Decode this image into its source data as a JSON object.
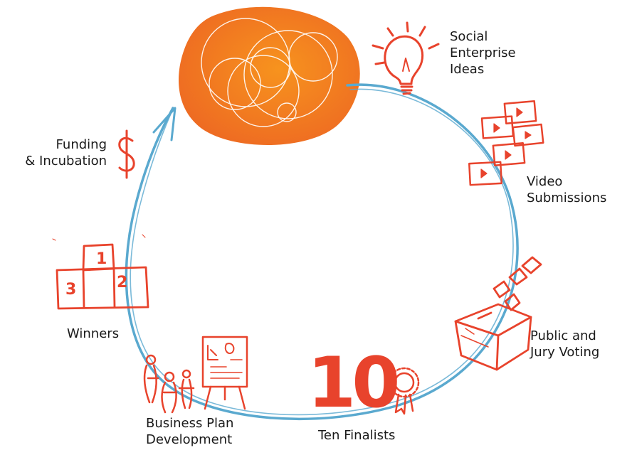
{
  "colors": {
    "cycle_arrow": "#5aa9cf",
    "sketch": "#e8432c",
    "logo_outer": "#ee6b22",
    "logo_inner": "#f7931e",
    "text": "#1a1a1a"
  },
  "stages": [
    {
      "id": "ideas",
      "icon": "lightbulb-icon",
      "lines": [
        "Social",
        "Enterprise",
        "Ideas"
      ]
    },
    {
      "id": "video",
      "icon": "video-stack-icon",
      "lines": [
        "Video",
        "Submissions"
      ]
    },
    {
      "id": "voting",
      "icon": "ballot-box-icon",
      "lines": [
        "Public and",
        "Jury Voting"
      ]
    },
    {
      "id": "finalists",
      "icon": "ten-ribbon-icon",
      "number": "10",
      "lines": [
        "Ten Finalists"
      ]
    },
    {
      "id": "business-plan",
      "icon": "presentation-board-icon",
      "lines": [
        "Business Plan",
        "Development"
      ]
    },
    {
      "id": "winners",
      "icon": "podium-icon",
      "podium": [
        "1",
        "2",
        "3"
      ],
      "lines": [
        "Winners"
      ]
    },
    {
      "id": "funding",
      "icon": "dollar-icon",
      "lines": [
        "Funding",
        "& Incubation"
      ]
    }
  ]
}
